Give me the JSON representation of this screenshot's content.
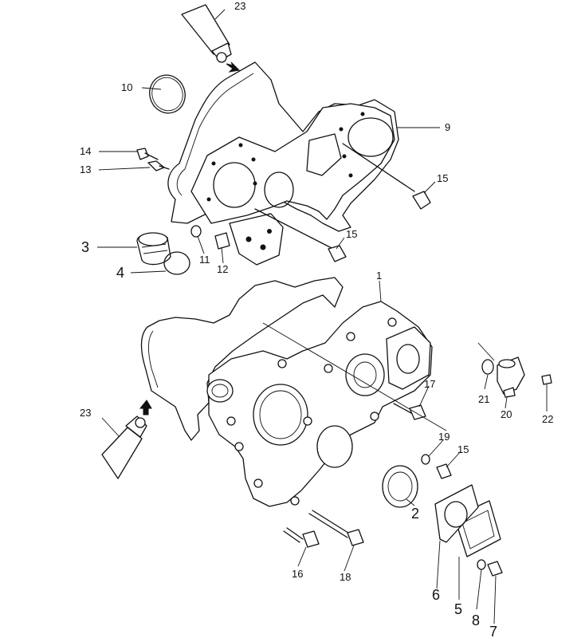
{
  "diagram": {
    "callouts": {
      "c1": "1",
      "c2": "2",
      "c3": "3",
      "c4": "4",
      "c5": "5",
      "c6": "6",
      "c7": "7",
      "c8": "8",
      "c9": "9",
      "c10": "10",
      "c11": "11",
      "c12": "12",
      "c13": "13",
      "c14": "14",
      "c15a": "15",
      "c15b": "15",
      "c15c": "15",
      "c16": "16",
      "c17": "17",
      "c18": "18",
      "c19": "19",
      "c20": "20",
      "c21": "21",
      "c22": "22",
      "c23a": "23",
      "c23b": "23"
    }
  }
}
